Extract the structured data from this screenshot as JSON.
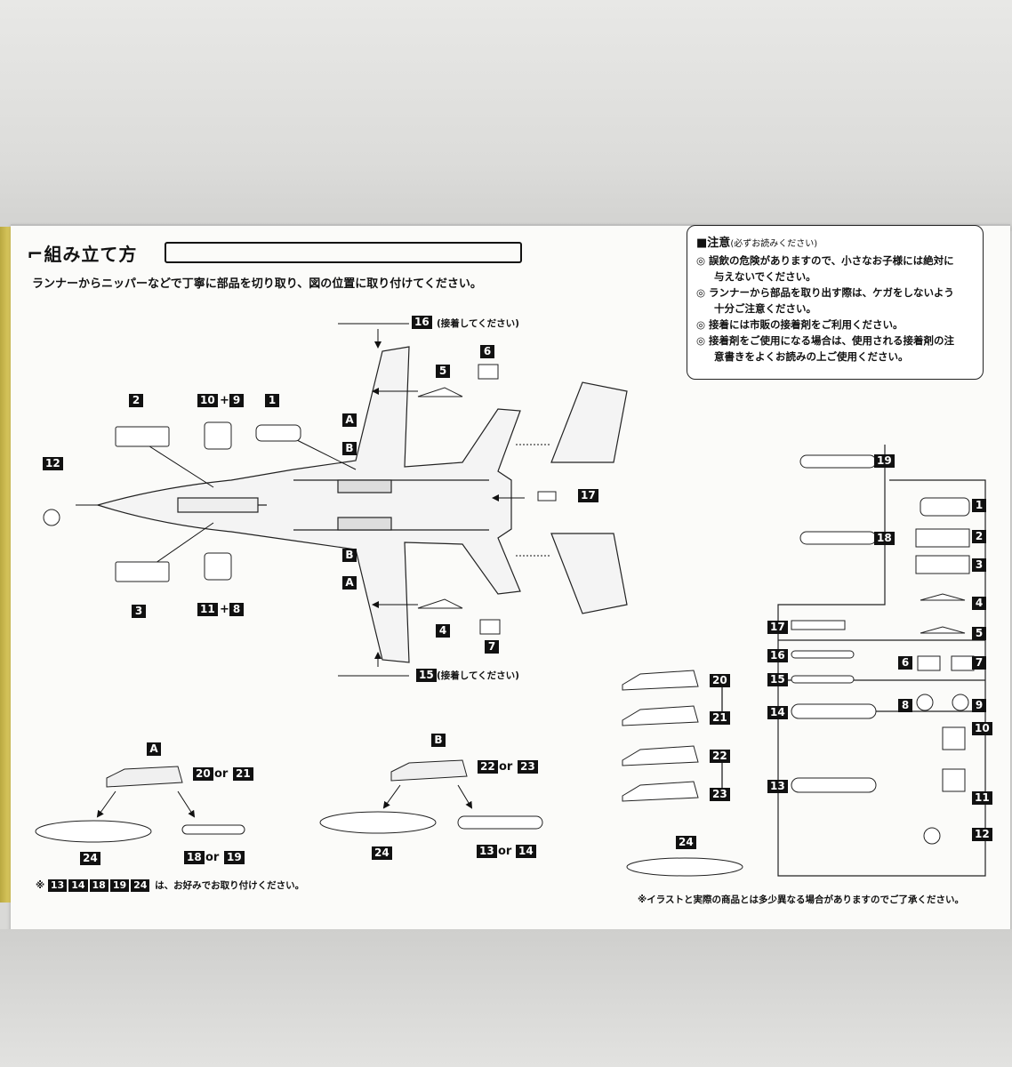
{
  "title": "組み立て方",
  "instruction": "ランナーからニッパーなどで丁寧に部品を切り取り、図の位置に取り付けてください。",
  "notice": {
    "heading": "注意",
    "heading_note": "(必ずお読みください)",
    "items": [
      "誤飲の危険がありますので、小さなお子様には絶対に",
      "与えないでください。",
      "ランナーから部品を取り出す際は、ケガをしないよう",
      "十分ご注意ください。",
      "接着には市販の接着剤をご利用ください。",
      "接着剤をご使用になる場合は、使用される接着剤の注",
      "意書きをよくお読みの上ご使用ください。"
    ]
  },
  "glue_note": "(接着してください)",
  "parts": {
    "p1": "1",
    "p2": "2",
    "p3": "3",
    "p4": "4",
    "p5": "5",
    "p6": "6",
    "p7": "7",
    "p8": "8",
    "p9": "9",
    "p10": "10",
    "p11": "11",
    "p12": "12",
    "p13": "13",
    "p14": "14",
    "p15": "15",
    "p16": "16",
    "p17": "17",
    "p18": "18",
    "p19": "19",
    "p20": "20",
    "p21": "21",
    "p22": "22",
    "p23": "23",
    "p24": "24",
    "A": "A",
    "B": "B",
    "plus": "+",
    "or": "or"
  },
  "optional_note_prefix": "※",
  "optional_note_suffix": "は、お好みでお取り付けください。",
  "disclaimer": "※イラストと実際の商品とは多少異なる場合がありますのでご了承ください。"
}
